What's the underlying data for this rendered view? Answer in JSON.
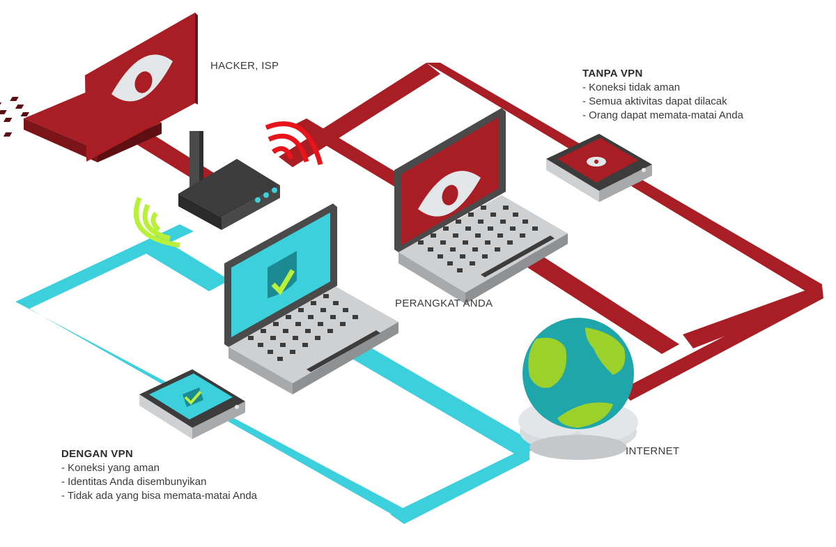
{
  "labels": {
    "hacker": "HACKER, ISP",
    "device": "PERANGKAT ANDA",
    "internet": "INTERNET"
  },
  "tanpa_vpn": {
    "title": "TANPA VPN",
    "items": [
      "Koneksi tidak aman",
      "Semua aktivitas dapat dilacak",
      "Orang dapat memata-matai Anda"
    ]
  },
  "dengan_vpn": {
    "title": "DENGAN VPN",
    "items": [
      "Koneksi yang aman",
      "Identitas Anda disembunyikan",
      "Tidak ada yang bisa memata-matai Anda"
    ]
  },
  "colors": {
    "unsafe": "#a81e24",
    "unsafe_wifi": "#e8141b",
    "safe": "#3ccfdc",
    "safe_wifi": "#b9f03a",
    "device_gray": "#cfd0d2",
    "dark": "#3c3c3c",
    "globe_water": "#1fa6ab",
    "globe_land": "#9bd12a",
    "cloud": "#d8dcde"
  }
}
